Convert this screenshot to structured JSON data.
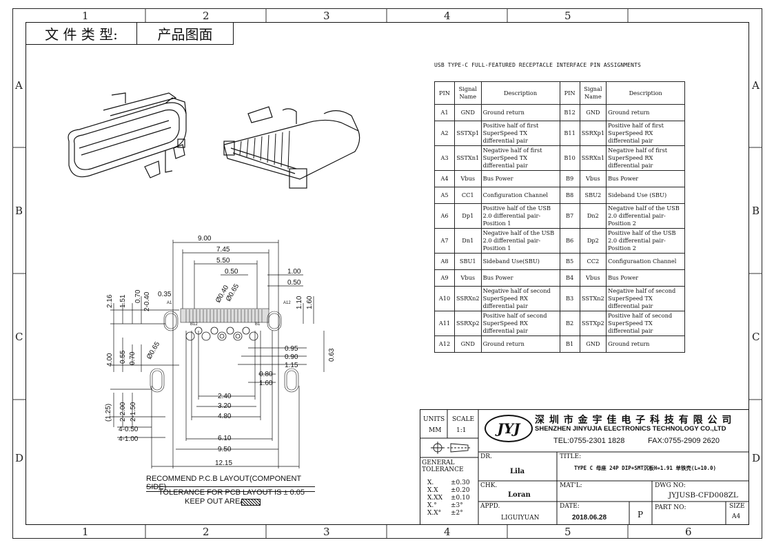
{
  "header": {
    "label": "文 件 类 型:",
    "value": "产品图面"
  },
  "zones": {
    "top": [
      "1",
      "2",
      "3",
      "4",
      "5"
    ],
    "bottom": [
      "1",
      "2",
      "3",
      "4",
      "5",
      "6"
    ],
    "left": [
      "A",
      "B",
      "C",
      "D"
    ],
    "right": [
      "A",
      "B",
      "C",
      "D"
    ]
  },
  "pin_table": {
    "title": "USB TYPE-C FULL-FEATURED RECEPTACLE INTERFACE PIN ASSIGNMENTS",
    "headers": {
      "pin": "PIN",
      "signal": "Signal Name",
      "desc": "Description"
    },
    "rows": [
      {
        "pin_a": "A1",
        "sig_a": "GND",
        "desc_a": "Ground return",
        "pin_b": "B12",
        "sig_b": "GND",
        "desc_b": "Ground return"
      },
      {
        "pin_a": "A2",
        "sig_a": "SSTXp1",
        "desc_a": "Positive half of first SuperSpeed TX differential pair",
        "pin_b": "B11",
        "sig_b": "SSRXp1",
        "desc_b": "Positive half of first SuperSpeed RX differential pair"
      },
      {
        "pin_a": "A3",
        "sig_a": "SSTXn1",
        "desc_a": "Negative half of first SuperSpeed TX differential pair",
        "pin_b": "B10",
        "sig_b": "SSRXn1",
        "desc_b": "Negative half of first SuperSpeed RX differential pair"
      },
      {
        "pin_a": "A4",
        "sig_a": "Vbus",
        "desc_a": "Bus Power",
        "pin_b": "B9",
        "sig_b": "Vbus",
        "desc_b": "Bus Power"
      },
      {
        "pin_a": "A5",
        "sig_a": "CC1",
        "desc_a": "Configuration Channel",
        "pin_b": "B8",
        "sig_b": "SBU2",
        "desc_b": "Sideband Use (SBU)"
      },
      {
        "pin_a": "A6",
        "sig_a": "Dp1",
        "desc_a": "Positive half of the USB 2.0 differential pair-Position 1",
        "pin_b": "B7",
        "sig_b": "Dn2",
        "desc_b": "Negative half of the USB 2.0 differential pair-Position 2"
      },
      {
        "pin_a": "A7",
        "sig_a": "Dn1",
        "desc_a": "Negative half of the USB 2.0 differential pair-Position 1",
        "pin_b": "B6",
        "sig_b": "Dp2",
        "desc_b": "Positive half of the USB 2.0 differential pair-Position 2"
      },
      {
        "pin_a": "A8",
        "sig_a": "SBU1",
        "desc_a": "Sideband Use(SBU)",
        "pin_b": "B5",
        "sig_b": "CC2",
        "desc_b": "Configuraation Channel"
      },
      {
        "pin_a": "A9",
        "sig_a": "Vbus",
        "desc_a": "Bus Power",
        "pin_b": "B4",
        "sig_b": "Vbus",
        "desc_b": "Bus Power"
      },
      {
        "pin_a": "A10",
        "sig_a": "SSRXn2",
        "desc_a": "Negative half of second SuperSpeed RX differential pair",
        "pin_b": "B3",
        "sig_b": "SSTXn2",
        "desc_b": "Negative half of second SuperSpeed TX differential pair"
      },
      {
        "pin_a": "A11",
        "sig_a": "SSRXp2",
        "desc_a": "Positive half of second SuperSpeed RX differential pair",
        "pin_b": "B2",
        "sig_b": "SSTXp2",
        "desc_b": "Positive half of second SuperSpeed TX differential pair"
      },
      {
        "pin_a": "A12",
        "sig_a": "GND",
        "desc_a": "Ground return",
        "pin_b": "B1",
        "sig_b": "GND",
        "desc_b": "Ground return"
      }
    ]
  },
  "dimensions": {
    "top": [
      "9.00",
      "7.45",
      "5.50",
      "0.50",
      "1.00",
      "0.50"
    ],
    "left": [
      "2.16",
      "1.51",
      "0.70",
      "2-0.40",
      "0.35",
      "4.00",
      "0.55",
      "0.70",
      "(1.25)",
      "2-2.00",
      "2-1.50",
      "4-0.50",
      "4-1.00"
    ],
    "right": [
      "1.10",
      "1.60",
      "0.95",
      "0.90",
      "1.15",
      "0.63",
      "0.80",
      "1.60"
    ],
    "bottom": [
      "2.40",
      "3.20",
      "4.80",
      "6.10",
      "9.50",
      "12.15"
    ],
    "diameters": [
      "Ø0.40",
      "Ø0.65",
      "Ø0.65"
    ],
    "pin_labels": [
      "A1",
      "A12",
      "B12",
      "B1"
    ]
  },
  "pcb_notes": {
    "title": "RECOMMEND P.C.B LAYOUT(COMPONENT SIDE)",
    "tolerance": "TOLERANCE FOR PCB LAYOUT IS ± 0.05",
    "keepout": "KEEP OUT AREA"
  },
  "title_block": {
    "units_label": "UNITS",
    "units_value": "MM",
    "scale_label": "SCALE",
    "scale_value": "1:1",
    "logo_text": "JYJ",
    "company_cn": "深 圳 市 金 宇 佳 电 子 科 技 有 限 公 司",
    "company_en": "SHENZHEN JINYUJIA ELECTRONICS TECHNOLOGY CO.,LTD",
    "tel": "TEL:0755-2301 1828",
    "fax": "FAX:0755-2909 2620",
    "general_tolerance": "GENERAL TOLERANCE",
    "tol_rows": [
      {
        "k": "X.",
        "v": "±0.30"
      },
      {
        "k": "X.X",
        "v": "±0.20"
      },
      {
        "k": "X.XX",
        "v": "±0.10"
      },
      {
        "k": "X.°",
        "v": "±3°"
      },
      {
        "k": "X.X°",
        "v": "±2°"
      }
    ],
    "dr_label": "DR.",
    "dr_value": "Lila",
    "chk_label": "CHK.",
    "chk_value": "Loran",
    "appd_label": "APPD.",
    "appd_value": "LIGUIYUAN",
    "title_label": "TITLE:",
    "title_value": "TYPE C 母座 24P DIP+SMT沉板H=1.91 单铁壳(L=10.0)",
    "matl_label": "MAT'L:",
    "dwg_label": "DWG NO:",
    "dwg_value": "JYJUSB-CFD008ZL",
    "date_label": "DATE:",
    "date_value": "2018.06.28",
    "rev_value": "P",
    "part_label": "PART NO:",
    "size_label": "SIZE",
    "size_value": "A4"
  }
}
